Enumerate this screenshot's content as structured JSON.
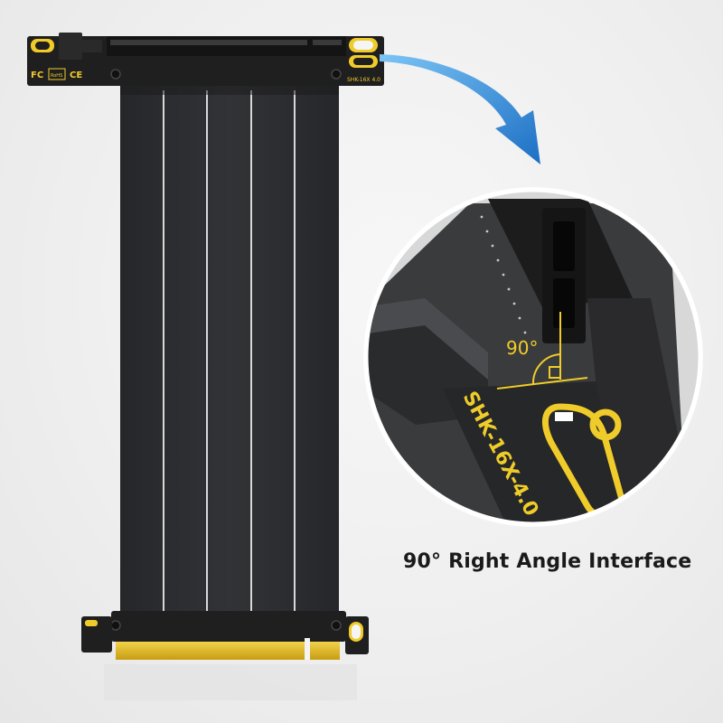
{
  "caption": "90° Right Angle Interface",
  "top_board": {
    "cert_fc": "FC",
    "cert_ce": "CE",
    "cert_box": "RoHS",
    "model_small": "SHK-16X 4.0"
  },
  "callout": {
    "angle_label": "90°",
    "model_label": "SHK-16X-4.0"
  },
  "colors": {
    "cable": "#2b2c2e",
    "pcb": "#1f1f20",
    "gold": "#d9b51c",
    "silkscreen": "#f0cc2a",
    "arrow": "#2e8fdc",
    "caption": "#1a1a1a"
  }
}
